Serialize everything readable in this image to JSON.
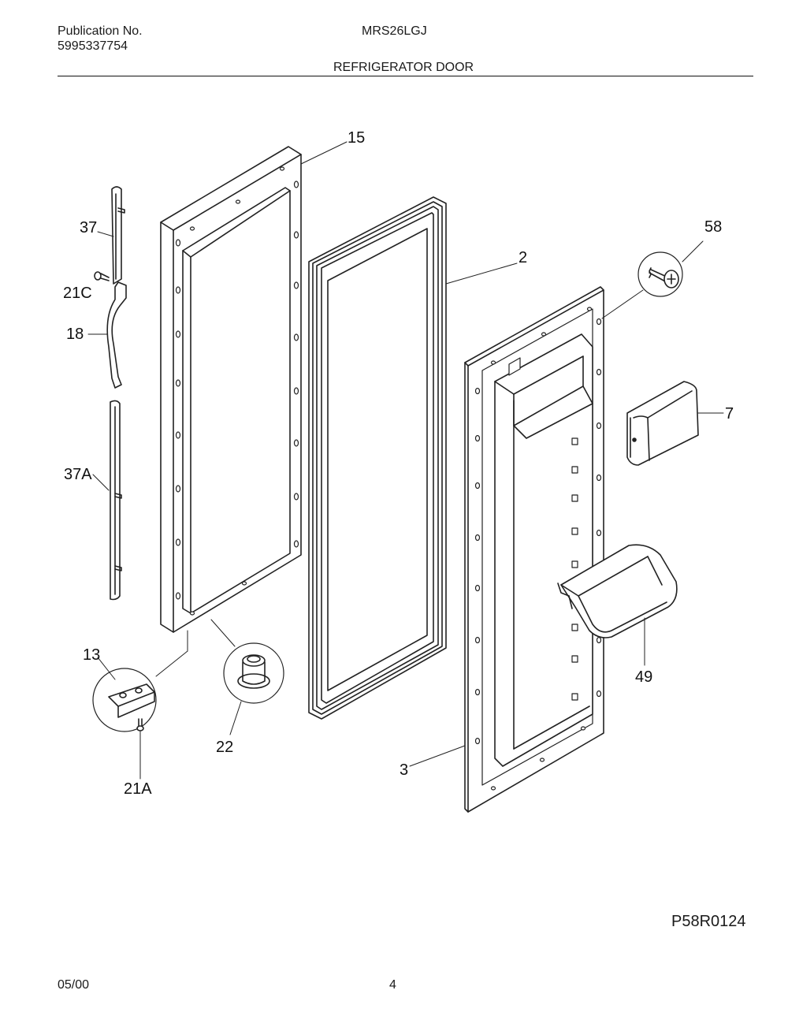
{
  "header": {
    "publication_label": "Publication No.",
    "publication_number": "5995337754",
    "model": "MRS26LGJ",
    "section_title": "REFRIGERATOR DOOR"
  },
  "callouts": {
    "c15": "15",
    "c37": "37",
    "c58": "58",
    "c2": "2",
    "c21C": "21C",
    "c18": "18",
    "c7": "7",
    "c37A": "37A",
    "c13": "13",
    "c49": "49",
    "c22": "22",
    "c3": "3",
    "c21A": "21A"
  },
  "footer": {
    "figure_id": "P58R0124",
    "date": "05/00",
    "page": "4"
  }
}
